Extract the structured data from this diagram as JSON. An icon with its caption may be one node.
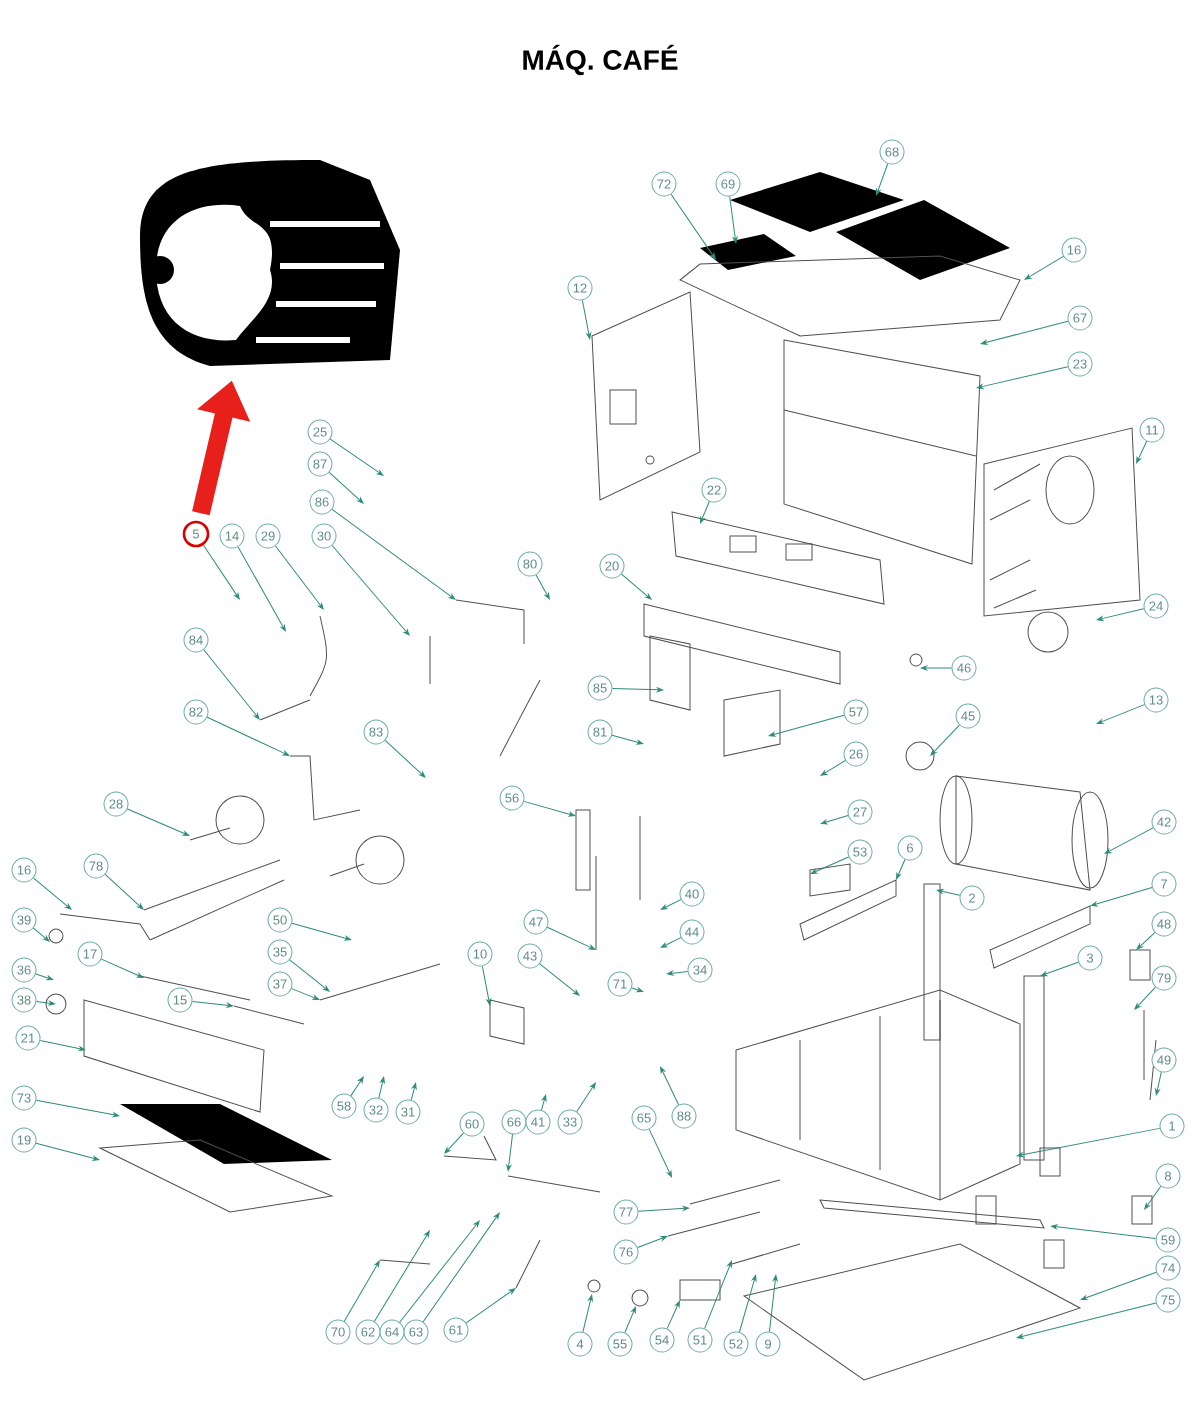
{
  "diagram": {
    "title": "MÁQ. CAFÉ",
    "nodes": [
      {
        "text": [],
        "shape": "picture"
      },
      {
        "text": [
          "68"
        ]
      },
      {
        "text": [
          "72"
        ]
      },
      {
        "text": [
          "69"
        ]
      },
      {
        "text": [
          "16"
        ]
      },
      {
        "text": [
          "12"
        ]
      },
      {
        "text": [
          "67"
        ]
      },
      {
        "text": [
          "23"
        ]
      },
      {
        "text": [
          "11"
        ]
      },
      {
        "text": [
          "25"
        ]
      },
      {
        "text": [
          "87"
        ]
      },
      {
        "text": [
          "22"
        ]
      },
      {
        "text": [
          "86"
        ]
      },
      {
        "text": [
          "5"
        ]
      },
      {
        "text": [
          "14"
        ]
      },
      {
        "text": [
          "29"
        ]
      },
      {
        "text": [
          "30"
        ]
      },
      {
        "text": [
          "80"
        ]
      },
      {
        "text": [
          "20"
        ]
      },
      {
        "text": [
          "24"
        ]
      },
      {
        "text": [
          "84"
        ]
      },
      {
        "text": [
          "46"
        ]
      },
      {
        "text": [
          "85"
        ]
      },
      {
        "text": [
          "13"
        ]
      },
      {
        "text": [
          "45"
        ]
      },
      {
        "text": [
          "57"
        ]
      },
      {
        "text": [
          "82"
        ]
      },
      {
        "text": [
          "83"
        ]
      },
      {
        "text": [
          "81"
        ]
      },
      {
        "text": [
          "26"
        ]
      },
      {
        "text": [
          "56"
        ]
      },
      {
        "text": [
          "28"
        ]
      },
      {
        "text": [
          "27"
        ]
      },
      {
        "text": [
          "42"
        ]
      },
      {
        "text": [
          "53"
        ]
      },
      {
        "text": [
          "6"
        ]
      },
      {
        "text": [
          "2"
        ]
      },
      {
        "text": [
          "7"
        ]
      },
      {
        "text": [
          "40"
        ]
      },
      {
        "text": [
          "16"
        ]
      },
      {
        "text": [
          "78"
        ]
      },
      {
        "text": [
          "44"
        ]
      },
      {
        "text": [
          "47"
        ]
      },
      {
        "text": [
          "48"
        ]
      },
      {
        "text": [
          "3"
        ]
      },
      {
        "text": [
          "50"
        ]
      },
      {
        "text": [
          "39"
        ]
      },
      {
        "text": [
          "34"
        ]
      },
      {
        "text": [
          "17"
        ]
      },
      {
        "text": [
          "35"
        ]
      },
      {
        "text": [
          "43"
        ]
      },
      {
        "text": [
          "10"
        ]
      },
      {
        "text": [
          "71"
        ]
      },
      {
        "text": [
          "79"
        ]
      },
      {
        "text": [
          "36"
        ]
      },
      {
        "text": [
          "37"
        ]
      },
      {
        "text": [
          "15"
        ]
      },
      {
        "text": [
          "38"
        ]
      },
      {
        "text": [
          "21"
        ]
      },
      {
        "text": [
          "49"
        ]
      },
      {
        "text": [
          "58"
        ]
      },
      {
        "text": [
          "32"
        ]
      },
      {
        "text": [
          "31"
        ]
      },
      {
        "text": [
          "66"
        ]
      },
      {
        "text": [
          "41"
        ]
      },
      {
        "text": [
          "33"
        ]
      },
      {
        "text": [
          "88"
        ]
      },
      {
        "text": [
          "65"
        ]
      },
      {
        "text": [
          "73"
        ]
      },
      {
        "text": [
          "60"
        ]
      },
      {
        "text": [
          "19"
        ]
      },
      {
        "text": [
          "1"
        ]
      },
      {
        "text": [
          "8"
        ]
      },
      {
        "text": [
          "77"
        ]
      },
      {
        "text": [
          "59"
        ]
      },
      {
        "text": [
          "76"
        ]
      },
      {
        "text": [
          "74"
        ]
      },
      {
        "text": [
          "70"
        ]
      },
      {
        "text": [
          "62"
        ]
      },
      {
        "text": [
          "64"
        ]
      },
      {
        "text": [
          "63"
        ]
      },
      {
        "text": [
          "61"
        ]
      },
      {
        "text": [
          "4"
        ]
      },
      {
        "text": [
          "55"
        ]
      },
      {
        "text": [
          "54"
        ]
      },
      {
        "text": [
          "75"
        ]
      },
      {
        "text": [
          "51"
        ]
      },
      {
        "text": [
          "52"
        ]
      },
      {
        "text": [
          "9"
        ]
      }
    ],
    "edges": [
      {
        "from": 1,
        "to": null,
        "arrow": "to"
      },
      {
        "from": 2,
        "to": null,
        "arrow": "to"
      },
      {
        "from": 3,
        "to": null,
        "arrow": "to"
      },
      {
        "from": 4,
        "to": null,
        "arrow": "to"
      },
      {
        "from": 5,
        "to": null,
        "arrow": "to"
      },
      {
        "from": 6,
        "to": null,
        "arrow": "to"
      },
      {
        "from": 7,
        "to": null,
        "arrow": "to"
      },
      {
        "from": 8,
        "to": null,
        "arrow": "to"
      },
      {
        "from": 9,
        "to": null,
        "arrow": "to"
      },
      {
        "from": 10,
        "to": null,
        "arrow": "to"
      },
      {
        "from": 11,
        "to": null,
        "arrow": "to"
      },
      {
        "from": 12,
        "to": null,
        "arrow": "to"
      },
      {
        "from": 13,
        "to": null,
        "arrow": "to"
      },
      {
        "from": 14,
        "to": null,
        "arrow": "to"
      },
      {
        "from": 15,
        "to": null,
        "arrow": "to"
      },
      {
        "from": 16,
        "to": null,
        "arrow": "to"
      },
      {
        "from": 17,
        "to": null,
        "arrow": "to"
      },
      {
        "from": 18,
        "to": null,
        "arrow": "to"
      },
      {
        "from": 19,
        "to": null,
        "arrow": "to"
      },
      {
        "from": 20,
        "to": null,
        "arrow": "to"
      },
      {
        "from": 21,
        "to": null,
        "arrow": "to"
      },
      {
        "from": 22,
        "to": null,
        "arrow": "to"
      },
      {
        "from": 23,
        "to": null,
        "arrow": "to"
      },
      {
        "from": 24,
        "to": null,
        "arrow": "to"
      },
      {
        "from": 25,
        "to": null,
        "arrow": "to"
      },
      {
        "from": 26,
        "to": null,
        "arrow": "to"
      },
      {
        "from": 27,
        "to": null,
        "arrow": "to"
      },
      {
        "from": 28,
        "to": null,
        "arrow": "to"
      },
      {
        "from": 29,
        "to": null,
        "arrow": "to"
      },
      {
        "from": 30,
        "to": null,
        "arrow": "to"
      },
      {
        "from": 31,
        "to": null,
        "arrow": "to"
      },
      {
        "from": 32,
        "to": null,
        "arrow": "to"
      },
      {
        "from": 33,
        "to": null,
        "arrow": "to"
      },
      {
        "from": 34,
        "to": null,
        "arrow": "to"
      },
      {
        "from": 35,
        "to": null,
        "arrow": "to"
      },
      {
        "from": 36,
        "to": null,
        "arrow": "to"
      },
      {
        "from": 37,
        "to": null,
        "arrow": "to"
      },
      {
        "from": 38,
        "to": null,
        "arrow": "to"
      },
      {
        "from": 39,
        "to": null,
        "arrow": "to"
      },
      {
        "from": 40,
        "to": null,
        "arrow": "to"
      },
      {
        "from": 41,
        "to": null,
        "arrow": "to"
      },
      {
        "from": 42,
        "to": null,
        "arrow": "to"
      },
      {
        "from": 43,
        "to": null,
        "arrow": "to"
      },
      {
        "from": 44,
        "to": null,
        "arrow": "to"
      },
      {
        "from": 45,
        "to": null,
        "arrow": "to"
      },
      {
        "from": 46,
        "to": null,
        "arrow": "to"
      },
      {
        "from": 47,
        "to": null,
        "arrow": "to"
      },
      {
        "from": 48,
        "to": null,
        "arrow": "to"
      },
      {
        "from": 49,
        "to": null,
        "arrow": "to"
      },
      {
        "from": 50,
        "to": null,
        "arrow": "to"
      },
      {
        "from": 51,
        "to": null,
        "arrow": "to"
      },
      {
        "from": 52,
        "to": null,
        "arrow": "to"
      },
      {
        "from": 53,
        "to": null,
        "arrow": "to"
      },
      {
        "from": 54,
        "to": null,
        "arrow": "to"
      },
      {
        "from": 55,
        "to": null,
        "arrow": "to"
      },
      {
        "from": 56,
        "to": null,
        "arrow": "to"
      },
      {
        "from": 57,
        "to": null,
        "arrow": "to"
      },
      {
        "from": 58,
        "to": null,
        "arrow": "to"
      },
      {
        "from": 59,
        "to": null,
        "arrow": "to"
      },
      {
        "from": 60,
        "to": null,
        "arrow": "to"
      },
      {
        "from": 61,
        "to": null,
        "arrow": "to"
      },
      {
        "from": 62,
        "to": null,
        "arrow": "to"
      },
      {
        "from": 63,
        "to": null,
        "arrow": "to"
      },
      {
        "from": 64,
        "to": null,
        "arrow": "to"
      },
      {
        "from": 65,
        "to": null,
        "arrow": "to"
      },
      {
        "from": 66,
        "to": null,
        "arrow": "to"
      },
      {
        "from": 67,
        "to": null,
        "arrow": "to"
      },
      {
        "from": 68,
        "to": null,
        "arrow": "to"
      },
      {
        "from": 69,
        "to": null,
        "arrow": "to"
      },
      {
        "from": 70,
        "to": null,
        "arrow": "to"
      },
      {
        "from": 71,
        "to": null,
        "arrow": "to"
      },
      {
        "from": 72,
        "to": null,
        "arrow": "to"
      },
      {
        "from": 73,
        "to": null,
        "arrow": "to"
      },
      {
        "from": 74,
        "to": null,
        "arrow": "to"
      },
      {
        "from": 75,
        "to": null,
        "arrow": "to"
      },
      {
        "from": 76,
        "to": null,
        "arrow": "to"
      },
      {
        "from": 77,
        "to": null,
        "arrow": "to"
      },
      {
        "from": 78,
        "to": null,
        "arrow": "to"
      },
      {
        "from": 79,
        "to": null,
        "arrow": "to"
      },
      {
        "from": 80,
        "to": null,
        "arrow": "to"
      },
      {
        "from": 81,
        "to": null,
        "arrow": "to"
      },
      {
        "from": 82,
        "to": null,
        "arrow": "to"
      },
      {
        "from": 83,
        "to": null,
        "arrow": "to"
      },
      {
        "from": 84,
        "to": null,
        "arrow": "to"
      },
      {
        "from": 85,
        "to": null,
        "arrow": "to"
      },
      {
        "from": 86,
        "to": null,
        "arrow": "to"
      },
      {
        "from": 87,
        "to": null,
        "arrow": "to"
      },
      {
        "from": 88,
        "to": null,
        "arrow": "to"
      },
      {
        "from": 13,
        "to": 0,
        "arrow": "to",
        "style": "thick",
        "color": "#e8201c"
      }
    ]
  }
}
